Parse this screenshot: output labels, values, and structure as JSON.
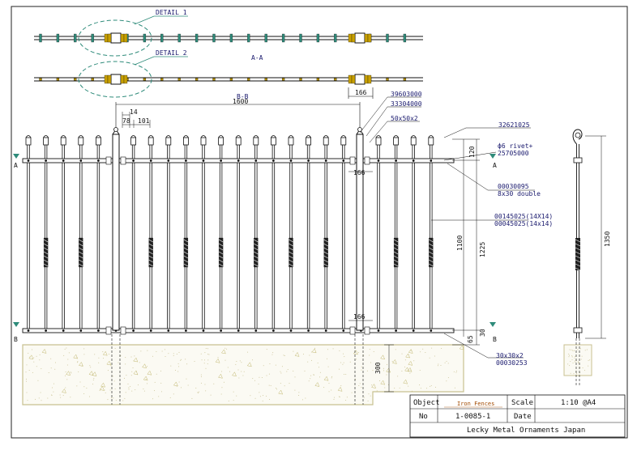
{
  "title_block": {
    "object_label": "Object",
    "object_value": "Iron Fences",
    "scale_label": "Scale",
    "scale_value": "1:10 @A4",
    "no_label": "No",
    "no_value": "1-0085-1",
    "date_label": "Date",
    "date_value": "",
    "company": "Lecky Metal Ornaments Japan"
  },
  "views": {
    "detail1": "DETAIL 1",
    "detail2": "DETAIL 2",
    "section_aa": "A-A",
    "section_bb": "B-B",
    "mark_a": "A",
    "mark_b": "B"
  },
  "dimensions": {
    "span": "1600",
    "post_offset": "14",
    "spacing_78": "78",
    "spacing_101": "101",
    "gap_166": "166",
    "upper_120": "120",
    "picket_1100": "1100",
    "total_1225": "1225",
    "bottom_30": "30",
    "ground_65": "65",
    "footing_300": "300",
    "side_1350": "1350"
  },
  "part_labels": {
    "p39603000": "39603000",
    "p33304000": "33304000",
    "p50x50": "50x50x2",
    "p32621025": "32621025",
    "rivet": "ф6 rivet+",
    "p25705000": "25705000",
    "p00030095": "00030095",
    "flat8x30": "8x30 double",
    "p00145025": "00145025(14X14)",
    "p00045025": "00045025(14x14)",
    "p30x30": "30x30x2",
    "p00030253": "00030253"
  },
  "colors": {
    "ink": "#111111",
    "annotation": "#1a1a6e",
    "detail_circle": "#2e8b7a",
    "concrete_edge": "#c8c090",
    "concrete_fill": "#fbfaf3"
  }
}
